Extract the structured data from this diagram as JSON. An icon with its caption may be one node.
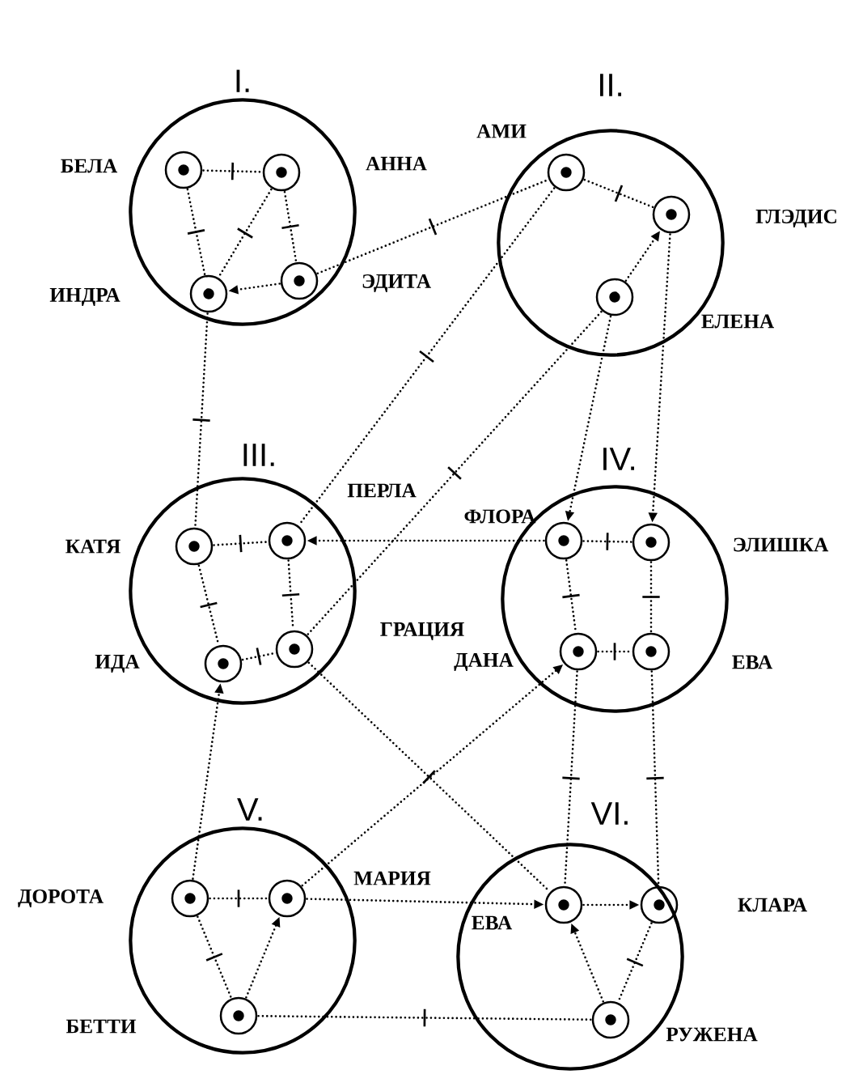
{
  "diagram": {
    "nodes": [
      {
        "text": [
          "I."
        ]
      },
      {
        "text": [
          "БЕЛА"
        ],
        "in": 0
      },
      {
        "text": [
          "АННА"
        ],
        "in": 0
      },
      {
        "text": [
          "ИНДРА"
        ],
        "in": 0
      },
      {
        "text": [
          "ЭДИТА"
        ],
        "in": 0
      },
      {
        "text": [
          "II."
        ]
      },
      {
        "text": [
          "АМИ"
        ],
        "in": 5
      },
      {
        "text": [
          "ГЛЭДИС"
        ],
        "in": 5
      },
      {
        "text": [
          "ЕЛЕНА"
        ],
        "in": 5
      },
      {
        "text": [
          "III."
        ]
      },
      {
        "text": [
          "КАТЯ"
        ],
        "in": 9
      },
      {
        "text": [
          "ПЕРЛА"
        ],
        "in": 9
      },
      {
        "text": [
          "ИДА"
        ],
        "in": 9
      },
      {
        "text": [
          "ГРАЦИЯ"
        ],
        "in": 9
      },
      {
        "text": [
          "IV."
        ]
      },
      {
        "text": [
          "ФЛОРА"
        ],
        "in": 14
      },
      {
        "text": [
          "ЭЛИШКА"
        ],
        "in": 14
      },
      {
        "text": [
          "ДАНА"
        ],
        "in": 14
      },
      {
        "text": [
          "ЕВА"
        ],
        "in": 14
      },
      {
        "text": [
          "V."
        ]
      },
      {
        "text": [
          "ДОРОТА"
        ],
        "in": 19
      },
      {
        "text": [
          "МАРИЯ"
        ],
        "in": 19
      },
      {
        "text": [
          "БЕТТИ"
        ],
        "in": 19
      },
      {
        "text": [
          "VI."
        ]
      },
      {
        "text": [
          "ЕВА"
        ],
        "in": 23
      },
      {
        "text": [
          "КЛАРА"
        ],
        "in": 23
      },
      {
        "text": [
          "РУЖЕНА"
        ],
        "in": 23
      }
    ],
    "edges": [
      {
        "from": 1,
        "to": 2,
        "arrow": "none"
      },
      {
        "from": 1,
        "to": 3,
        "arrow": "none"
      },
      {
        "from": 2,
        "to": 3,
        "arrow": "none"
      },
      {
        "from": 2,
        "to": 4,
        "arrow": "none"
      },
      {
        "from": 4,
        "to": 3,
        "arrow": "to"
      },
      {
        "from": 4,
        "to": 6,
        "arrow": "none"
      },
      {
        "from": 3,
        "to": 10,
        "arrow": "none"
      },
      {
        "from": 6,
        "to": 7,
        "arrow": "none"
      },
      {
        "from": 8,
        "to": 7,
        "arrow": "to"
      },
      {
        "from": 6,
        "to": 11,
        "arrow": "none"
      },
      {
        "from": 8,
        "to": 13,
        "arrow": "none"
      },
      {
        "from": 8,
        "to": 15,
        "arrow": "to"
      },
      {
        "from": 7,
        "to": 16,
        "arrow": "to"
      },
      {
        "from": 10,
        "to": 11,
        "arrow": "none"
      },
      {
        "from": 10,
        "to": 12,
        "arrow": "none"
      },
      {
        "from": 11,
        "to": 13,
        "arrow": "none"
      },
      {
        "from": 12,
        "to": 13,
        "arrow": "none"
      },
      {
        "from": 15,
        "to": 11,
        "arrow": "to"
      },
      {
        "from": 20,
        "to": 12,
        "arrow": "to"
      },
      {
        "from": 13,
        "to": 24,
        "arrow": "none"
      },
      {
        "from": 21,
        "to": 17,
        "arrow": "to"
      },
      {
        "from": 15,
        "to": 16,
        "arrow": "none"
      },
      {
        "from": 15,
        "to": 17,
        "arrow": "none"
      },
      {
        "from": 16,
        "to": 18,
        "arrow": "none"
      },
      {
        "from": 17,
        "to": 18,
        "arrow": "none"
      },
      {
        "from": 17,
        "to": 24,
        "arrow": "none"
      },
      {
        "from": 18,
        "to": 25,
        "arrow": "none"
      },
      {
        "from": 20,
        "to": 21,
        "arrow": "none"
      },
      {
        "from": 20,
        "to": 22,
        "arrow": "none"
      },
      {
        "from": 22,
        "to": 21,
        "arrow": "to"
      },
      {
        "from": 21,
        "to": 24,
        "arrow": "to"
      },
      {
        "from": 22,
        "to": 26,
        "arrow": "none"
      },
      {
        "from": 24,
        "to": 25,
        "arrow": "to"
      },
      {
        "from": 26,
        "to": 24,
        "arrow": "to"
      },
      {
        "from": 25,
        "to": 26,
        "arrow": "none"
      }
    ]
  }
}
